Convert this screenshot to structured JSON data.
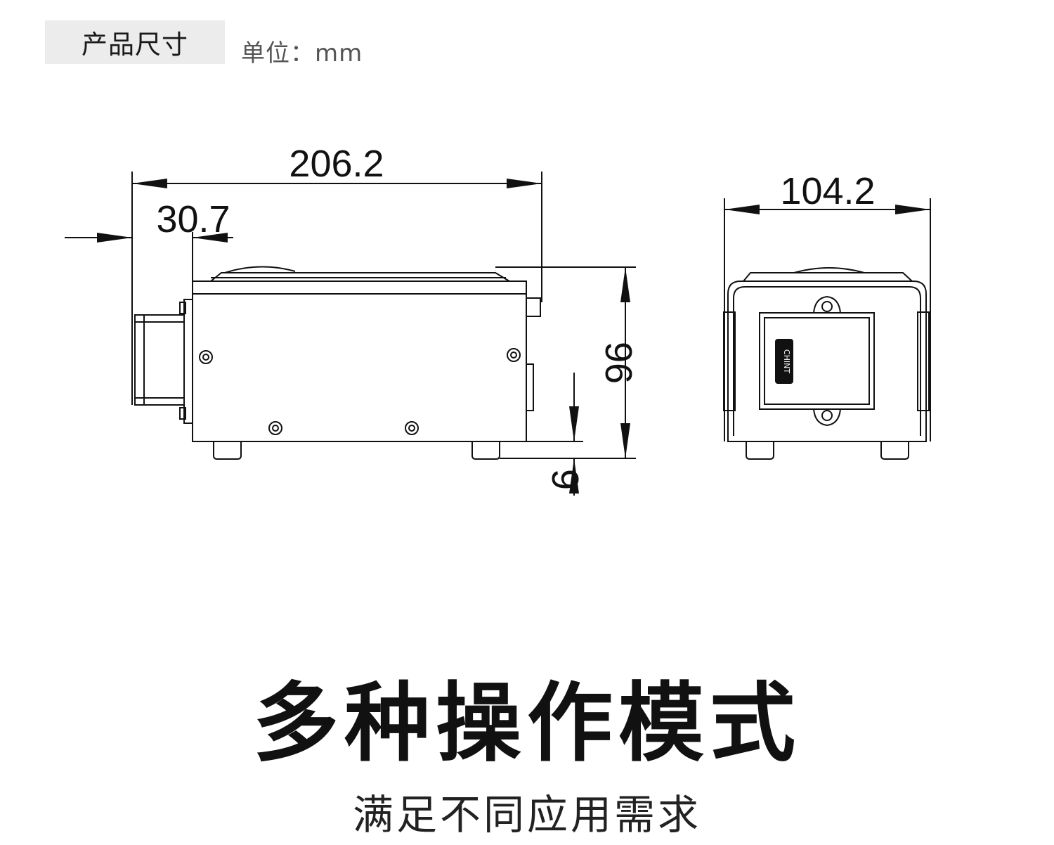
{
  "section": {
    "tag": "产品尺寸",
    "unit": "单位：mm"
  },
  "drawing": {
    "dimensions": {
      "total_length": "206.2",
      "front_offset": "30.7",
      "height": "96",
      "foot_height": "9",
      "width": "104.2"
    },
    "logo_text": "CHINT"
  },
  "heading": "多种操作模式",
  "subheading": "满足不同应用需求",
  "colors": {
    "line": "#111111",
    "tag_bg": "#ececec"
  }
}
